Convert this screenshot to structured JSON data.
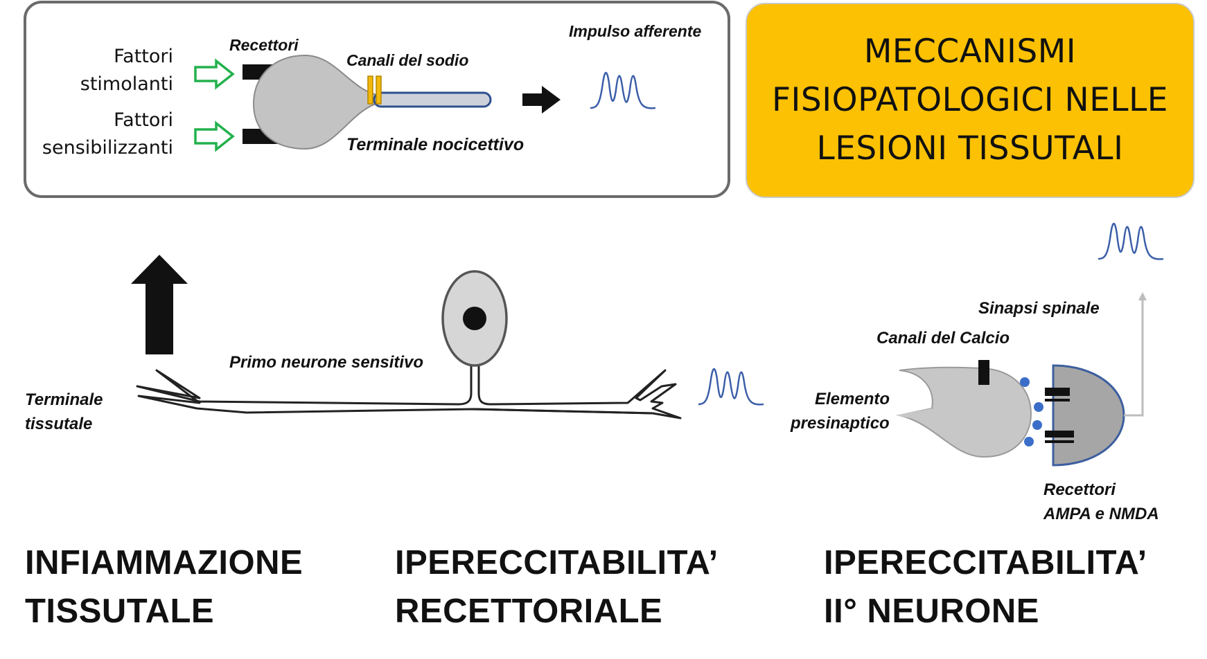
{
  "title": {
    "line1": "MECCANISMI",
    "line2": "FISIOPATOLOGICI NELLE",
    "line3": "LESIONI TISSUTALI"
  },
  "inset": {
    "recettori": "Recettori",
    "canali_sodio": "Canali del sodio",
    "impulso": "Impulso afferente",
    "terminale_nocicettivo": "Terminale  nocicettivo",
    "fattori_stimolanti": "Fattori\nstimolanti",
    "fattori_sensibilizzanti": "Fattori\nsensibilizzanti"
  },
  "neuron": {
    "primo_neurone": "Primo neurone sensitivo",
    "terminale_tissutale_1": "Terminale",
    "terminale_tissutale_2": "tissutale"
  },
  "synapse": {
    "sinapsi": "Sinapsi spinale",
    "canali_calcio": "Canali del Calcio",
    "elemento_1": "Elemento",
    "elemento_2": "presinaptico",
    "recettori_1": "Recettori",
    "recettori_2": "AMPA e NMDA"
  },
  "bottom": {
    "col1_line1": "INFIAMMAZIONE",
    "col1_line2": "TISSUTALE",
    "col2_line1": "IPERECCITABILITA’",
    "col2_line2": "RECETTORIALE",
    "col3_line1": "IPERECCITABILITA’",
    "col3_line2": "II° NEURONE"
  },
  "colors": {
    "title_bg": "#fbc102",
    "arrow_green": "#23b14d",
    "wave_blue": "#3b5ea8",
    "channel_yellow": "#f2b90c"
  }
}
